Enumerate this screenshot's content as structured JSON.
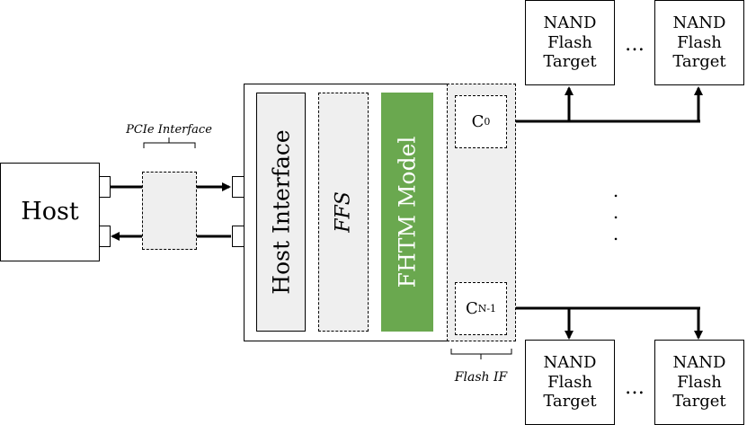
{
  "host": {
    "label": "Host"
  },
  "pcie": {
    "label": "PCIe Interface"
  },
  "controller": {
    "host_interface": "Host Interface",
    "ffs": "FFS",
    "fhtm": "FHTM Model",
    "channel_first": {
      "base": "C",
      "sub": "0"
    },
    "channel_last": {
      "base": "C",
      "sub": "N-1"
    },
    "vertical_ellipsis": ".\n.\n.",
    "flash_if": "Flash IF"
  },
  "nand": {
    "top_left": [
      "NAND",
      "Flash",
      "Target"
    ],
    "top_right": [
      "NAND",
      "Flash",
      "Target"
    ],
    "bottom_left": [
      "NAND",
      "Flash",
      "Target"
    ],
    "bottom_right": [
      "NAND",
      "Flash",
      "Target"
    ],
    "ellipsis": "…"
  },
  "colors": {
    "fhtm_fill": "#6aa84f",
    "panel_fill": "#efefef",
    "line": "#000000"
  }
}
